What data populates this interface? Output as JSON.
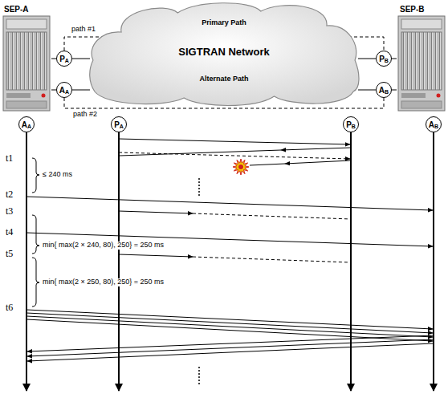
{
  "diagram": {
    "nodes": [
      {
        "text": [
          "SEP-A"
        ]
      },
      {
        "text": [
          "P",
          "A"
        ]
      },
      {
        "text": [
          "A",
          "A"
        ]
      },
      {
        "text": [
          "Primary Path",
          "SIGTRAN Network",
          "Alternate Path"
        ]
      },
      {
        "text": [
          "P",
          "B"
        ]
      },
      {
        "text": [
          "A",
          "B"
        ]
      },
      {
        "text": [
          "SEP-B"
        ]
      },
      {
        "text": [
          "A",
          "A"
        ]
      },
      {
        "text": [
          "P",
          "A"
        ]
      },
      {
        "text": [
          "P",
          "B"
        ]
      },
      {
        "text": [
          "A",
          "B"
        ]
      }
    ],
    "edges": [
      {
        "from": 0,
        "to": 1,
        "arrow": "none"
      },
      {
        "from": 0,
        "to": 2,
        "arrow": "none"
      },
      {
        "from": 1,
        "to": 4,
        "label": "path #1",
        "arrow": "none"
      },
      {
        "from": 2,
        "to": 5,
        "label": "path #2",
        "arrow": "none"
      },
      {
        "from": 1,
        "to": 3,
        "arrow": "none"
      },
      {
        "from": 3,
        "to": 4,
        "arrow": "none"
      },
      {
        "from": 2,
        "to": 3,
        "arrow": "none"
      },
      {
        "from": 3,
        "to": 5,
        "arrow": "none"
      },
      {
        "from": 6,
        "to": 4,
        "arrow": "none"
      },
      {
        "from": 6,
        "to": 5,
        "arrow": "none"
      }
    ],
    "labels": [
      "t1",
      "≤ 240 ms",
      "t2",
      "t3",
      "min{ max(2 × 240, 80), 250} = 250 ms",
      "t4",
      "t5",
      "min{ max(2 × 250, 80), 250} = 250 ms",
      "t6"
    ]
  }
}
